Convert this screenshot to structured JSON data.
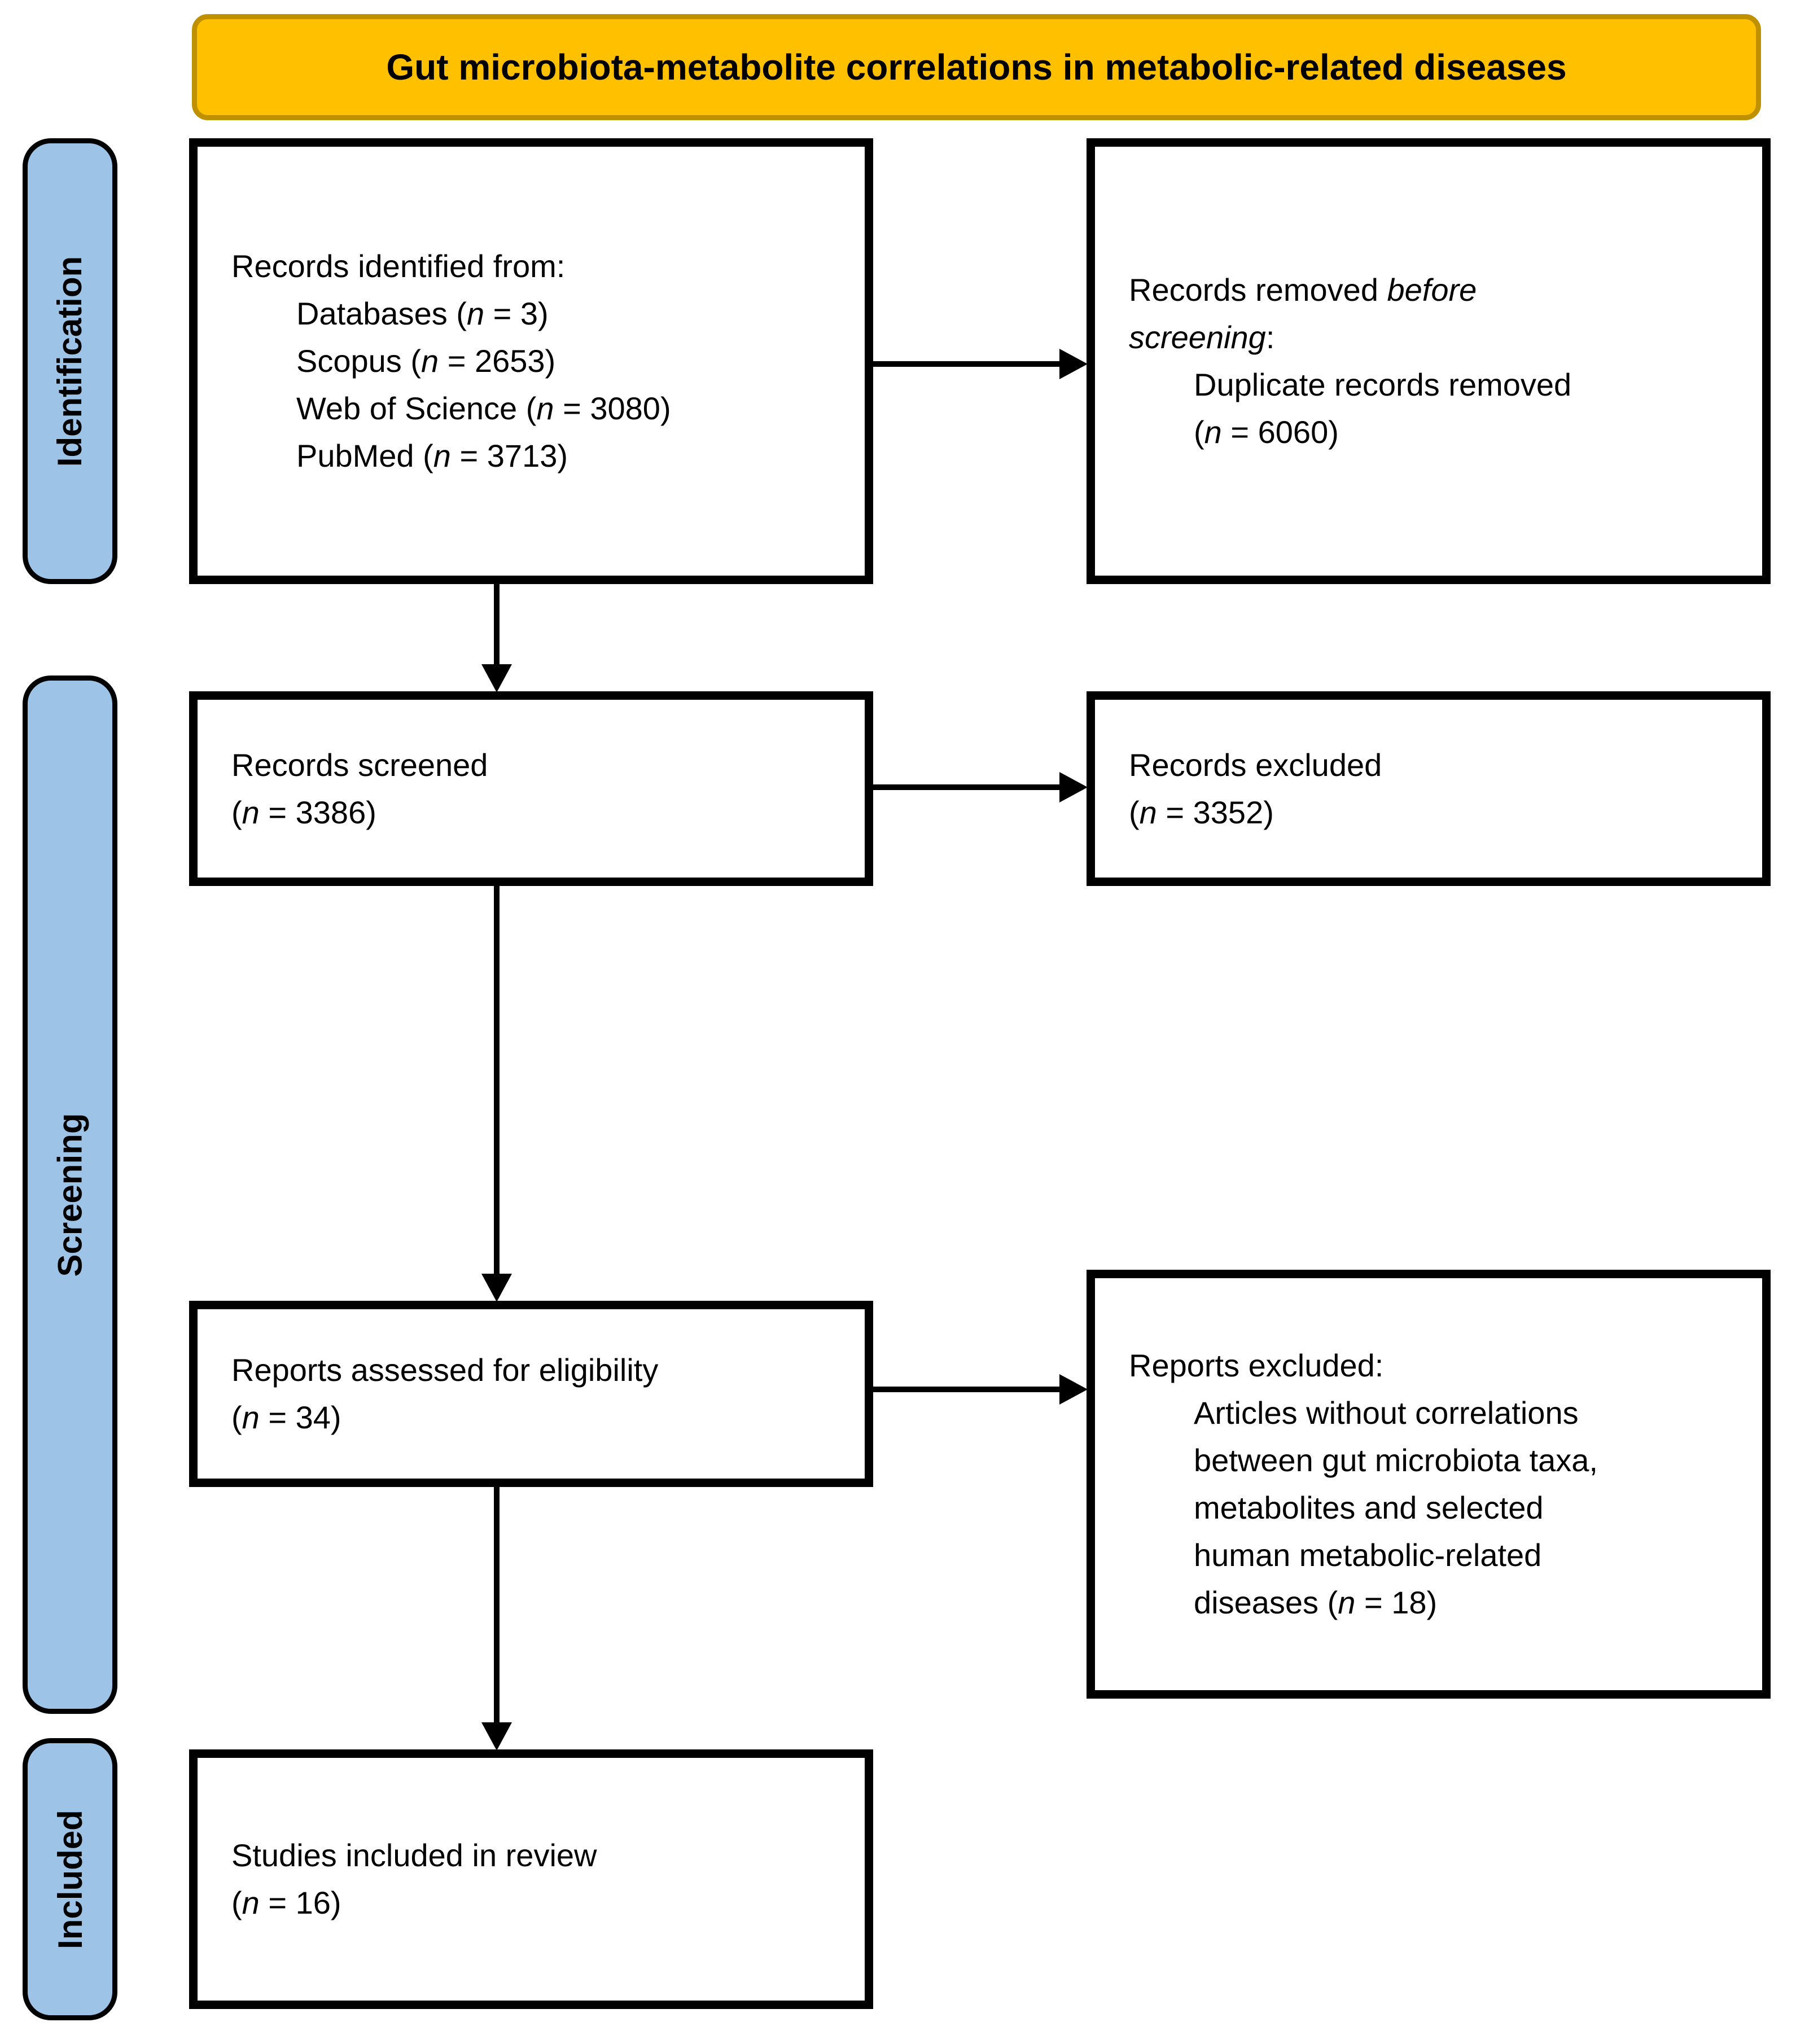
{
  "title": {
    "text": "Gut microbiota-metabolite correlations in metabolic-related diseases"
  },
  "colors": {
    "banner_fill": "#FFC000",
    "banner_border": "#BF9000",
    "stage_fill": "#9DC3E6",
    "line_color": "#000000"
  },
  "stages": [
    {
      "label": "Identification"
    },
    {
      "label": "Screening"
    },
    {
      "label": "Included"
    }
  ],
  "boxes": {
    "records_identified": {
      "lines": [
        {
          "indent": 0,
          "segs": [
            {
              "t": "Records identified from:"
            }
          ]
        },
        {
          "indent": 1,
          "segs": [
            {
              "t": "Databases ("
            },
            {
              "t": "n",
              "i": true
            },
            {
              "t": " = 3)"
            }
          ]
        },
        {
          "indent": 1,
          "segs": [
            {
              "t": "Scopus ("
            },
            {
              "t": "n",
              "i": true
            },
            {
              "t": " = 2653)"
            }
          ]
        },
        {
          "indent": 1,
          "segs": [
            {
              "t": "Web of Science ("
            },
            {
              "t": "n",
              "i": true
            },
            {
              "t": " = 3080)"
            }
          ]
        },
        {
          "indent": 1,
          "segs": [
            {
              "t": "PubMed ("
            },
            {
              "t": "n",
              "i": true
            },
            {
              "t": " = 3713)"
            }
          ]
        }
      ]
    },
    "records_removed": {
      "lines": [
        {
          "indent": 0,
          "segs": [
            {
              "t": "Records removed "
            },
            {
              "t": "before",
              "i": true
            }
          ]
        },
        {
          "indent": 0,
          "segs": [
            {
              "t": "screening",
              "i": true
            },
            {
              "t": ":"
            }
          ]
        },
        {
          "indent": 1,
          "segs": [
            {
              "t": "Duplicate records removed"
            }
          ]
        },
        {
          "indent": 1,
          "segs": [
            {
              "t": "("
            },
            {
              "t": "n",
              "i": true
            },
            {
              "t": " = 6060)"
            }
          ]
        }
      ]
    },
    "records_screened": {
      "lines": [
        {
          "indent": 0,
          "segs": [
            {
              "t": "Records screened"
            }
          ]
        },
        {
          "indent": 0,
          "segs": [
            {
              "t": "("
            },
            {
              "t": "n",
              "i": true
            },
            {
              "t": " = 3386)"
            }
          ]
        }
      ]
    },
    "records_excluded": {
      "lines": [
        {
          "indent": 0,
          "segs": [
            {
              "t": "Records excluded"
            }
          ]
        },
        {
          "indent": 0,
          "segs": [
            {
              "t": "("
            },
            {
              "t": "n",
              "i": true
            },
            {
              "t": " = 3352)"
            }
          ]
        }
      ]
    },
    "reports_assessed": {
      "lines": [
        {
          "indent": 0,
          "segs": [
            {
              "t": "Reports assessed for eligibility"
            }
          ]
        },
        {
          "indent": 0,
          "segs": [
            {
              "t": "("
            },
            {
              "t": "n",
              "i": true
            },
            {
              "t": " = 34)"
            }
          ]
        }
      ]
    },
    "reports_excluded": {
      "lines": [
        {
          "indent": 0,
          "segs": [
            {
              "t": "Reports excluded:"
            }
          ]
        },
        {
          "indent": 1,
          "segs": [
            {
              "t": "Articles without correlations"
            }
          ]
        },
        {
          "indent": 1,
          "segs": [
            {
              "t": "between gut microbiota taxa,"
            }
          ]
        },
        {
          "indent": 1,
          "segs": [
            {
              "t": "metabolites and selected"
            }
          ]
        },
        {
          "indent": 1,
          "segs": [
            {
              "t": "human metabolic-related"
            }
          ]
        },
        {
          "indent": 1,
          "segs": [
            {
              "t": "diseases ("
            },
            {
              "t": "n",
              "i": true
            },
            {
              "t": " = 18)"
            }
          ]
        }
      ]
    },
    "studies_included": {
      "lines": [
        {
          "indent": 0,
          "segs": [
            {
              "t": "Studies included in review"
            }
          ]
        },
        {
          "indent": 0,
          "segs": [
            {
              "t": "("
            },
            {
              "t": "n",
              "i": true
            },
            {
              "t": " = 16)"
            }
          ]
        }
      ]
    }
  },
  "arrows": [
    {
      "name": "records-identified-to-records-removed",
      "direction": "right"
    },
    {
      "name": "records-identified-to-records-screened",
      "direction": "down"
    },
    {
      "name": "records-screened-to-records-excluded",
      "direction": "right"
    },
    {
      "name": "records-screened-to-reports-assessed",
      "direction": "down"
    },
    {
      "name": "reports-assessed-to-reports-excluded",
      "direction": "right"
    },
    {
      "name": "reports-assessed-to-studies-included",
      "direction": "down"
    }
  ]
}
